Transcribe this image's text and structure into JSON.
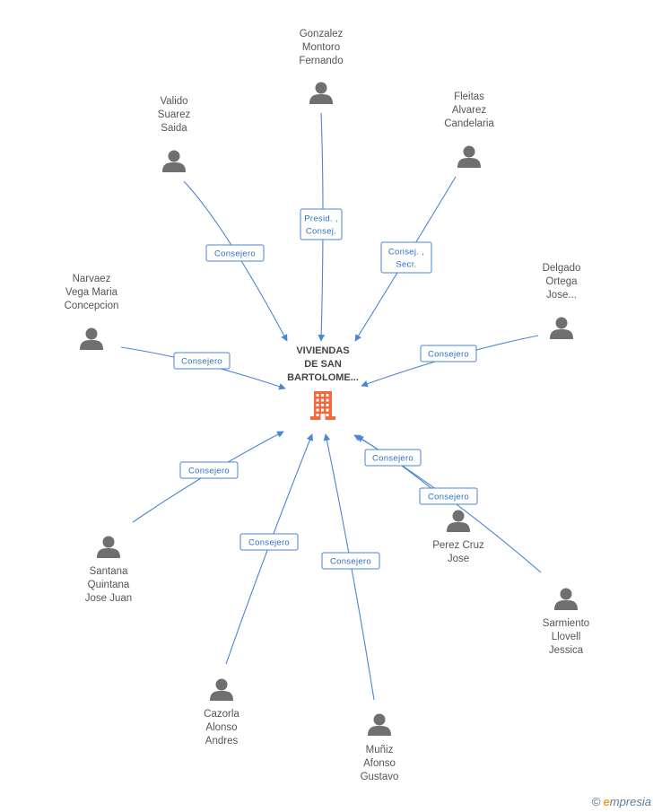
{
  "company": {
    "name_lines": [
      "VIVIENDAS",
      "DE SAN",
      "BARTOLOME..."
    ],
    "icon": "building-icon",
    "icon_color": "#f26a3c"
  },
  "colors": {
    "edge": "#4a86d4",
    "person": "#6f6f6f"
  },
  "people": [
    {
      "id": "gonzalez",
      "name_lines": [
        "Gonzalez",
        "Montoro",
        "Fernando"
      ],
      "role_lines": [
        "Presid. ,",
        "Consej."
      ]
    },
    {
      "id": "valido",
      "name_lines": [
        "Valido",
        "Suarez",
        "Saida"
      ],
      "role_lines": [
        "Consejero"
      ]
    },
    {
      "id": "fleitas",
      "name_lines": [
        "Fleitas",
        "Alvarez",
        "Candelaria"
      ],
      "role_lines": [
        "Consej. ,",
        "Secr."
      ]
    },
    {
      "id": "delgado",
      "name_lines": [
        "Delgado",
        "Ortega",
        "Jose..."
      ],
      "role_lines": [
        "Consejero"
      ]
    },
    {
      "id": "narvaez",
      "name_lines": [
        "Narvaez",
        "Vega Maria",
        "Concepcion"
      ],
      "role_lines": [
        "Consejero"
      ]
    },
    {
      "id": "santana",
      "name_lines": [
        "Santana",
        "Quintana",
        "Jose Juan"
      ],
      "role_lines": [
        "Consejero"
      ]
    },
    {
      "id": "cazorla",
      "name_lines": [
        "Cazorla",
        "Alonso",
        "Andres"
      ],
      "role_lines": [
        "Consejero"
      ]
    },
    {
      "id": "muniz",
      "name_lines": [
        "Muñiz",
        "Afonso",
        "Gustavo"
      ],
      "role_lines": [
        "Consejero"
      ]
    },
    {
      "id": "perez",
      "name_lines": [
        "Perez Cruz",
        "Jose"
      ],
      "role_lines": [
        "Consejero"
      ]
    },
    {
      "id": "sarmiento",
      "name_lines": [
        "Sarmiento",
        "Llovell",
        "Jessica"
      ],
      "role_lines": [
        "Consejero"
      ]
    }
  ],
  "footer": {
    "copyright": "©",
    "brand_initial": "e",
    "brand_rest": "mpresia"
  }
}
